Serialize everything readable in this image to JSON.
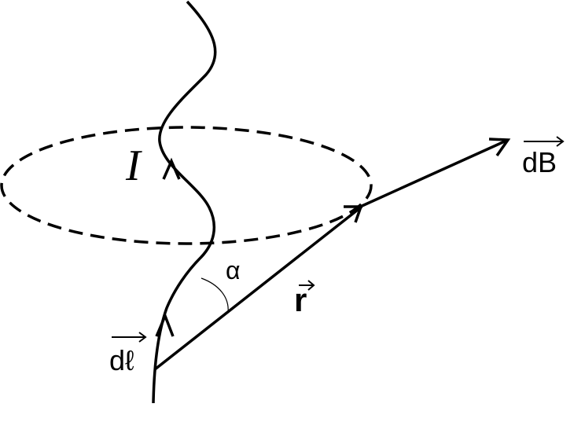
{
  "labels": {
    "current": "I",
    "angle": "α",
    "r_vector": "r",
    "dl_vector": "dℓ",
    "db_vector": "dB"
  },
  "colors": {
    "stroke": "#000000",
    "background": "#ffffff"
  }
}
